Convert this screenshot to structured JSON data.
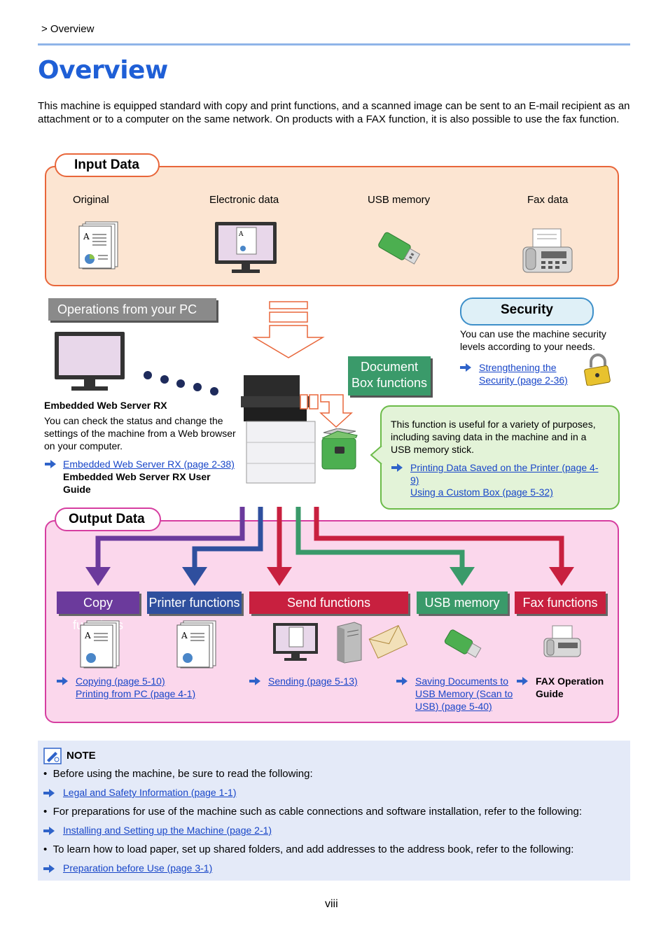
{
  "breadcrumb": "> Overview",
  "title": "Overview",
  "intro": "This machine is equipped standard with copy and print functions, and a scanned image can be sent to an E-mail recipient as an attachment or to a computer on the same network. On products with a FAX function, it is also possible to use the fax function.",
  "input_data": {
    "heading": "Input Data",
    "items": [
      "Original",
      "Electronic data",
      "USB memory",
      "Fax data"
    ]
  },
  "ops_pc": {
    "label": "Operations from your PC",
    "heading": "Embedded Web Server RX",
    "text": "You can check the status and change the settings of the machine from a Web browser on your computer.",
    "link": "Embedded Web Server RX (page 2-38)",
    "guide": "Embedded Web Server RX User Guide"
  },
  "security": {
    "heading": "Security",
    "text": "You can use the machine security levels according to your needs.",
    "link1": "Strengthening the",
    "link2": "Security (page 2-36)"
  },
  "document_box": {
    "label_line1": "Document",
    "label_line2": "Box functions",
    "text": "This function is useful for a variety of purposes, including saving data in the machine and in a USB memory stick.",
    "link1a": "Printing Data Saved on the Printer (page 4-",
    "link1b": "9)",
    "link2": "Using a Custom Box (page 5-32)"
  },
  "output_data": {
    "heading": "Output Data",
    "copy": "Copy functions",
    "print": "Printer functions",
    "send": "Send functions",
    "usb": "USB memory",
    "fax": "Fax functions",
    "copy_link": "Copying (page 5-10)",
    "print_link": "Printing from PC (page 4-1)",
    "send_link": "Sending (page 5-13)",
    "usb_link1": "Saving Documents to",
    "usb_link2": "USB Memory (Scan to",
    "usb_link3": "USB) (page 5-40)",
    "fax_guide1": "FAX Operation",
    "fax_guide2": "Guide"
  },
  "note": {
    "heading": "NOTE",
    "bullet1": "Before using the machine, be sure to read the following:",
    "link1": "Legal and Safety Information (page 1-1)",
    "bullet2": "For preparations for use of the machine such as cable connections and software installation, refer to the following:",
    "link2": "Installing and Setting up the Machine (page 2-1)",
    "bullet3": "To learn how to load paper, set up shared folders, and add addresses to the address book, refer to the following:",
    "link3": "Preparation before Use (page 3-1)"
  },
  "page_number": "viii",
  "colors": {
    "title": "#1f5fd6",
    "input_border": "#e8663a",
    "output_border": "#d63ea0",
    "docbox_border": "#6cbb49",
    "copy": "#6b3a9c",
    "print": "#2f4f9e",
    "send": "#c8203f",
    "usb": "#3a9a6a",
    "fax": "#c8203f"
  }
}
